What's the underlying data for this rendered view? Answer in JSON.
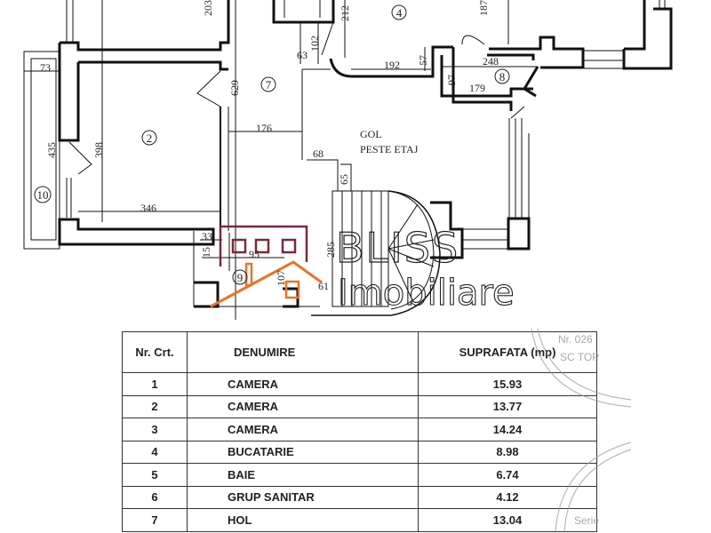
{
  "floor_plan": {
    "rooms": [
      {
        "id": "2",
        "label": "2"
      },
      {
        "id": "4",
        "label": "4"
      },
      {
        "id": "7",
        "label": "7"
      },
      {
        "id": "8",
        "label": "8"
      },
      {
        "id": "9",
        "label": "9"
      },
      {
        "id": "10",
        "label": "10"
      }
    ],
    "void_label_line1": "GOL",
    "void_label_line2": "PESTE ETAJ",
    "dimensions": {
      "d73": "73",
      "d203": "203",
      "d629": "629",
      "d398": "398",
      "d435": "435",
      "d346": "346",
      "d176": "176",
      "d63": "63",
      "d102": "102",
      "d212": "212",
      "d192": "192",
      "d57": "57",
      "d187": "187",
      "d248": "248",
      "d97": "97",
      "d179": "179",
      "d68": "68",
      "d65": "65",
      "d285": "285",
      "d33": "33",
      "d15": "15",
      "d95": "95",
      "d107": "107",
      "d61": "61"
    }
  },
  "watermark": {
    "line1": "BLISS",
    "line2": "Imobiliare",
    "logo_color_dark": "#7a2a3a",
    "logo_color_orange": "#e8742a"
  },
  "table": {
    "headers": {
      "nr": "Nr. Crt.",
      "name": "DENUMIRE",
      "area": "SUPRAFATA (mp)"
    },
    "rows": [
      {
        "nr": "1",
        "name": "CAMERA",
        "area": "15.93"
      },
      {
        "nr": "2",
        "name": "CAMERA",
        "area": "13.77"
      },
      {
        "nr": "3",
        "name": "CAMERA",
        "area": "14.24"
      },
      {
        "nr": "4",
        "name": "BUCATARIE",
        "area": "8.98"
      },
      {
        "nr": "5",
        "name": "BAIE",
        "area": "6.74"
      },
      {
        "nr": "6",
        "name": "GRUP SANITAR",
        "area": "4.12"
      },
      {
        "nr": "7",
        "name": "HOL",
        "area": "13.04"
      }
    ]
  },
  "stamp": {
    "text1": "Nr. 026",
    "text2": "SC TOP",
    "text3": "Serie"
  }
}
